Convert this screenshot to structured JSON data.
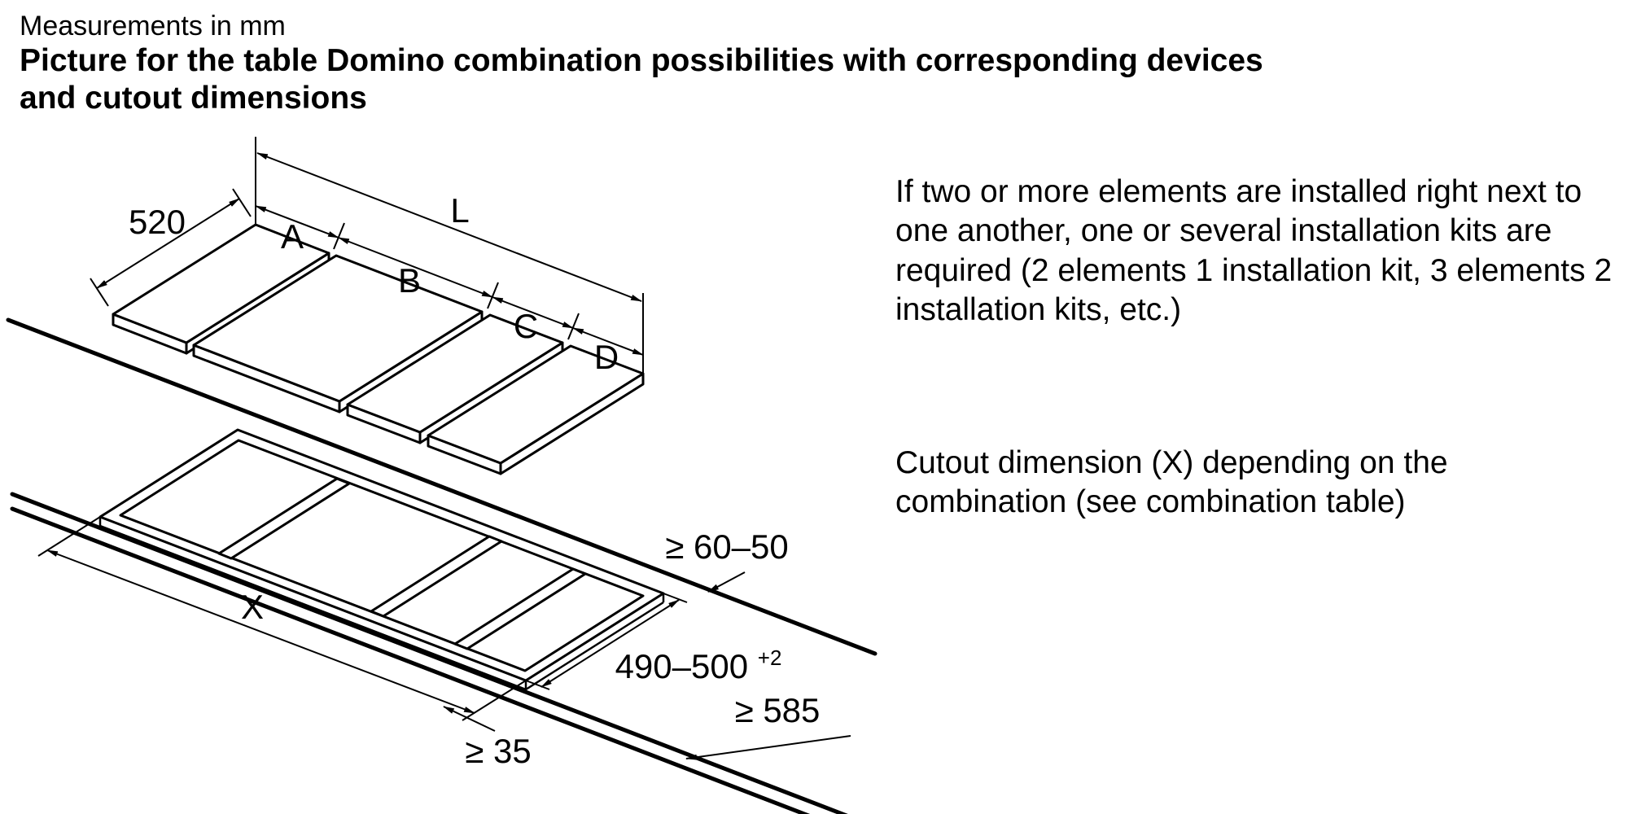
{
  "header": {
    "note": "Measurements in mm",
    "title": "Picture for the table Domino combination possibilities with corresponding devices and cutout dimensions"
  },
  "side_text": {
    "paragraph1": "If two or more elements are installed right next to one another, one or several installation kits are required (2 elements 1 installation kit, 3 elements 2 installation kits, etc.)",
    "paragraph2": "Cutout dimension (X) depending on the combination (see combination table)"
  },
  "diagram": {
    "labels": {
      "element_width": "520",
      "dim_a": "A",
      "dim_b": "B",
      "dim_c": "C",
      "dim_d": "D",
      "total_length": "L",
      "rear_gap": "≥ 60–50",
      "cutout_depth": "490–500",
      "cutout_depth_tolerance": "+2",
      "cutout_length": "X",
      "front_gap": "≥ 35",
      "worktop_depth": "≥ 585"
    },
    "colors": {
      "line": "#000000",
      "background": "#ffffff"
    }
  }
}
